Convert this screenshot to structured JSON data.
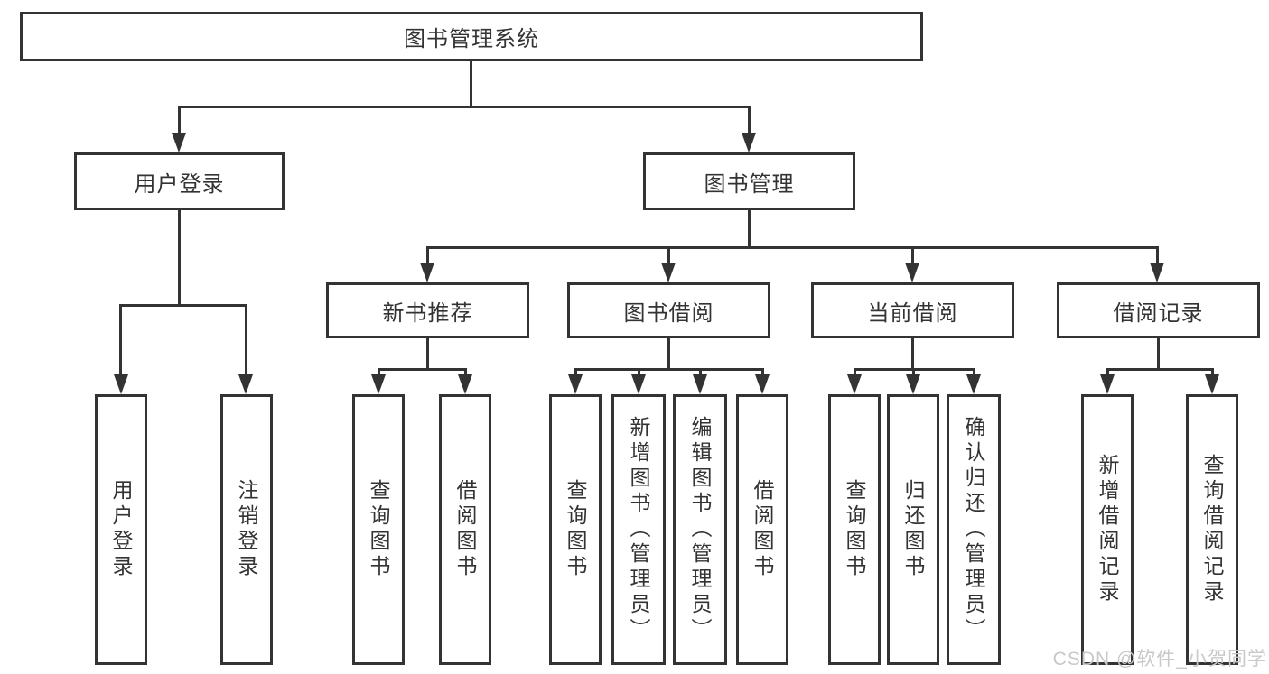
{
  "diagram": {
    "root": {
      "label": "图书管理系统"
    },
    "level2": [
      {
        "label": "用户登录"
      },
      {
        "label": "图书管理"
      }
    ],
    "level3": [
      {
        "label": "新书推荐"
      },
      {
        "label": "图书借阅"
      },
      {
        "label": "当前借阅"
      },
      {
        "label": "借阅记录"
      }
    ],
    "level4": [
      {
        "label": "用户登录"
      },
      {
        "label": "注销登录"
      },
      {
        "label": "查询图书"
      },
      {
        "label": "借阅图书"
      },
      {
        "label": "查询图书"
      },
      {
        "label": "新增图书（管理员）"
      },
      {
        "label": "编辑图书（管理员）"
      },
      {
        "label": "借阅图书"
      },
      {
        "label": "查询图书"
      },
      {
        "label": "归还图书"
      },
      {
        "label": "确认归还（管理员）"
      },
      {
        "label": "新增借阅记录"
      },
      {
        "label": "查询借阅记录"
      }
    ],
    "watermark": "CSDN @软件_小贺同学",
    "colors": {
      "line": "#333333",
      "text": "#333333",
      "background": "#ffffff",
      "watermark": "#c9c9c9"
    }
  }
}
